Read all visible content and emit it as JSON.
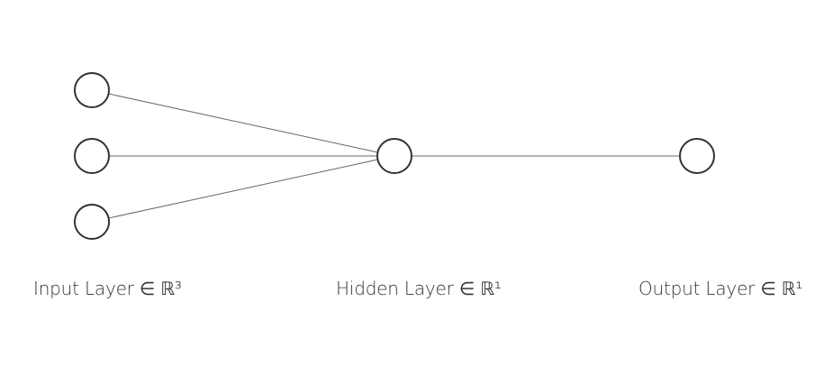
{
  "diagram": {
    "type": "neural-network",
    "colors": {
      "node_stroke": "#333333",
      "edge_stroke": "#666666",
      "label_text": "#333333"
    },
    "layers": [
      {
        "id": "input",
        "label": "Input Layer ∈ ℝ³",
        "nodes": 3
      },
      {
        "id": "hidden",
        "label": "Hidden Layer ∈ ℝ¹",
        "nodes": 1
      },
      {
        "id": "output",
        "label": "Output Layer ∈ ℝ¹",
        "nodes": 1
      }
    ],
    "connections": "fully-connected"
  }
}
